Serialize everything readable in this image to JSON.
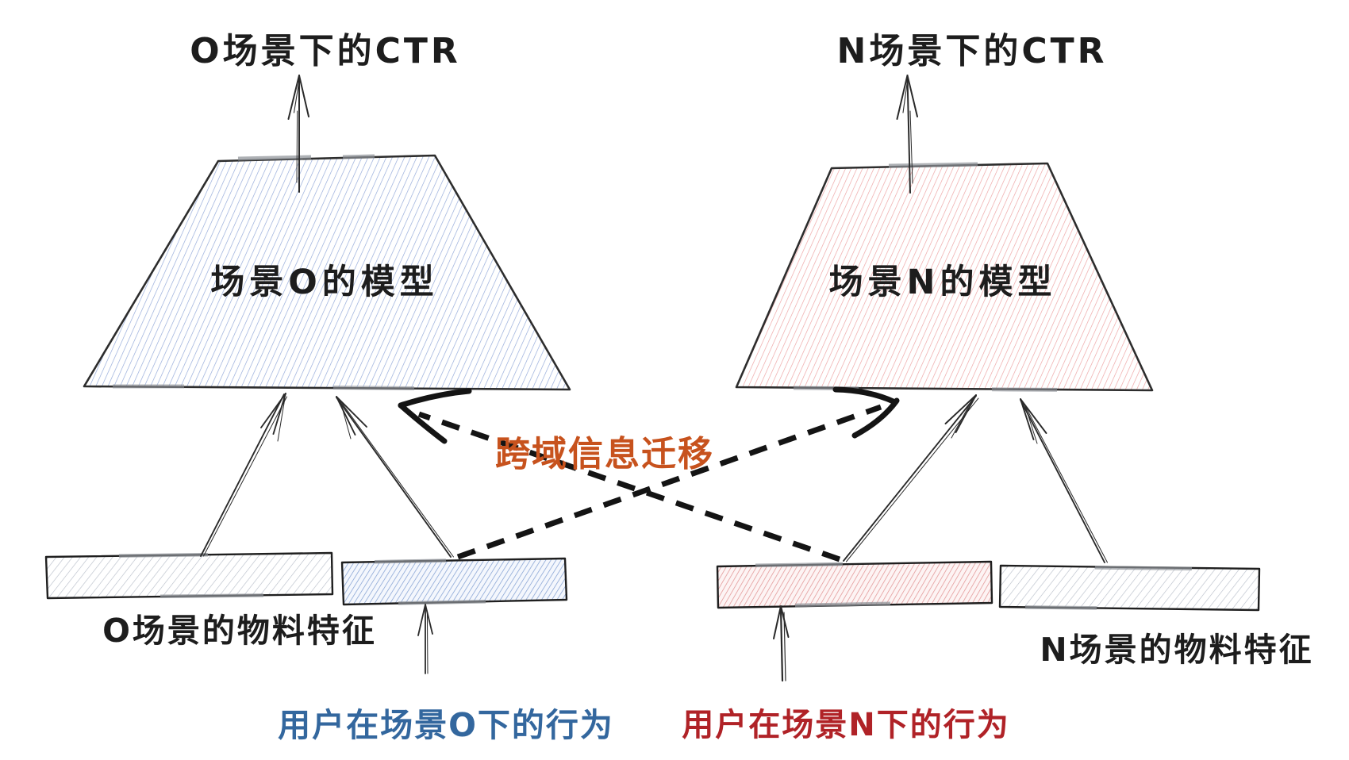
{
  "left_domain": {
    "ctr_label": "O场景下的CTR",
    "model_label": "场景O的模型",
    "material_label": "O场景的物料特征",
    "behavior_label": "用户在场景O下的行为"
  },
  "right_domain": {
    "ctr_label": "N场景下的CTR",
    "model_label": "场景N的模型",
    "material_label": "N场景的物料特征",
    "behavior_label": "用户在场景N下的行为"
  },
  "transfer_label": "跨域信息迁移",
  "colors": {
    "left_model_hatch": "#8fa6d8",
    "right_model_hatch": "#eda0a0",
    "behavior_box_o_hatch": "#7d9cd0",
    "behavior_box_n_hatch": "#e08f8f",
    "material_box_hatch": "#b9bfca",
    "behavior_o_text": "#33679e",
    "behavior_n_text": "#b02227",
    "transfer_text": "#c7521d",
    "outline": "#2d2d2d"
  }
}
